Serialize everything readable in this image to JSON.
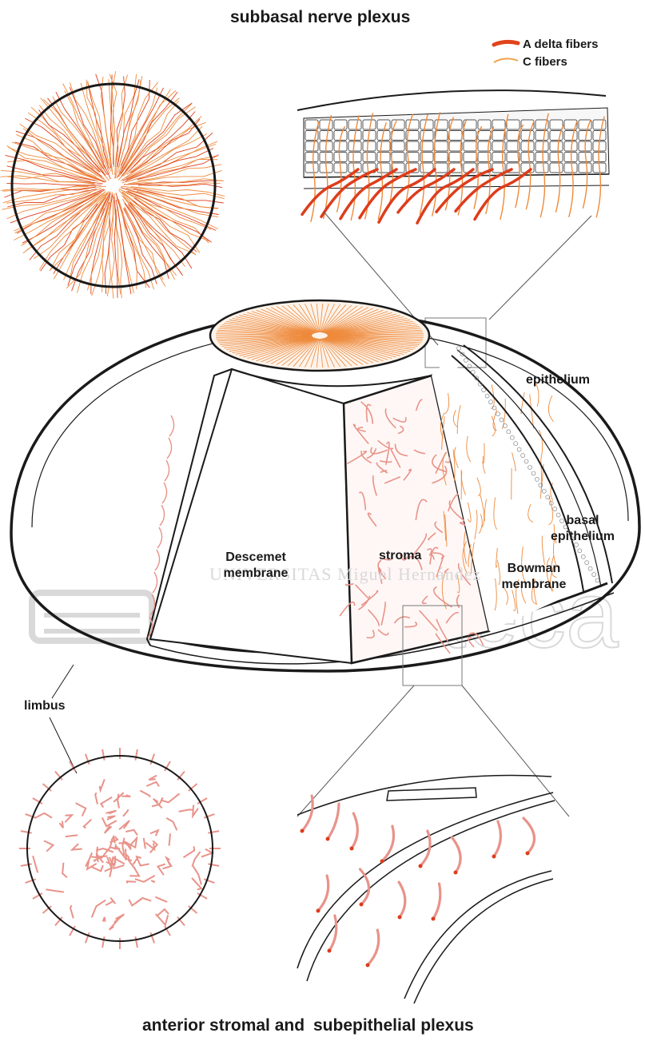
{
  "titles": {
    "top": "subbasal nerve plexus",
    "bottom_a": "anterior stromal and",
    "bottom_b": "subepithelial plexus"
  },
  "legend": {
    "a_delta": "A delta fibers",
    "c_fibers": "C fibers",
    "a_delta_color": "#e0441b",
    "c_fibers_color": "#f2a24a"
  },
  "labels": {
    "epithelium": "epithelium",
    "basal_1": "basal",
    "basal_2": "epithelium",
    "bowman_1": "Bowman",
    "bowman_2": "membrane",
    "stroma": "stroma",
    "descemet_1": "Descemet",
    "descemet_2": "membrane",
    "limbus": "limbus"
  },
  "watermark": {
    "big": "Biblioteca",
    "small": "UNIVERSITAS Miguel Hernández"
  },
  "colors": {
    "line": "#1a1a1a",
    "stroma_nerve": "#e8938a",
    "orange_nerve": "#ee8a3c",
    "red_nerve": "#dd3d1c",
    "watermark": "#d9d9d9"
  }
}
